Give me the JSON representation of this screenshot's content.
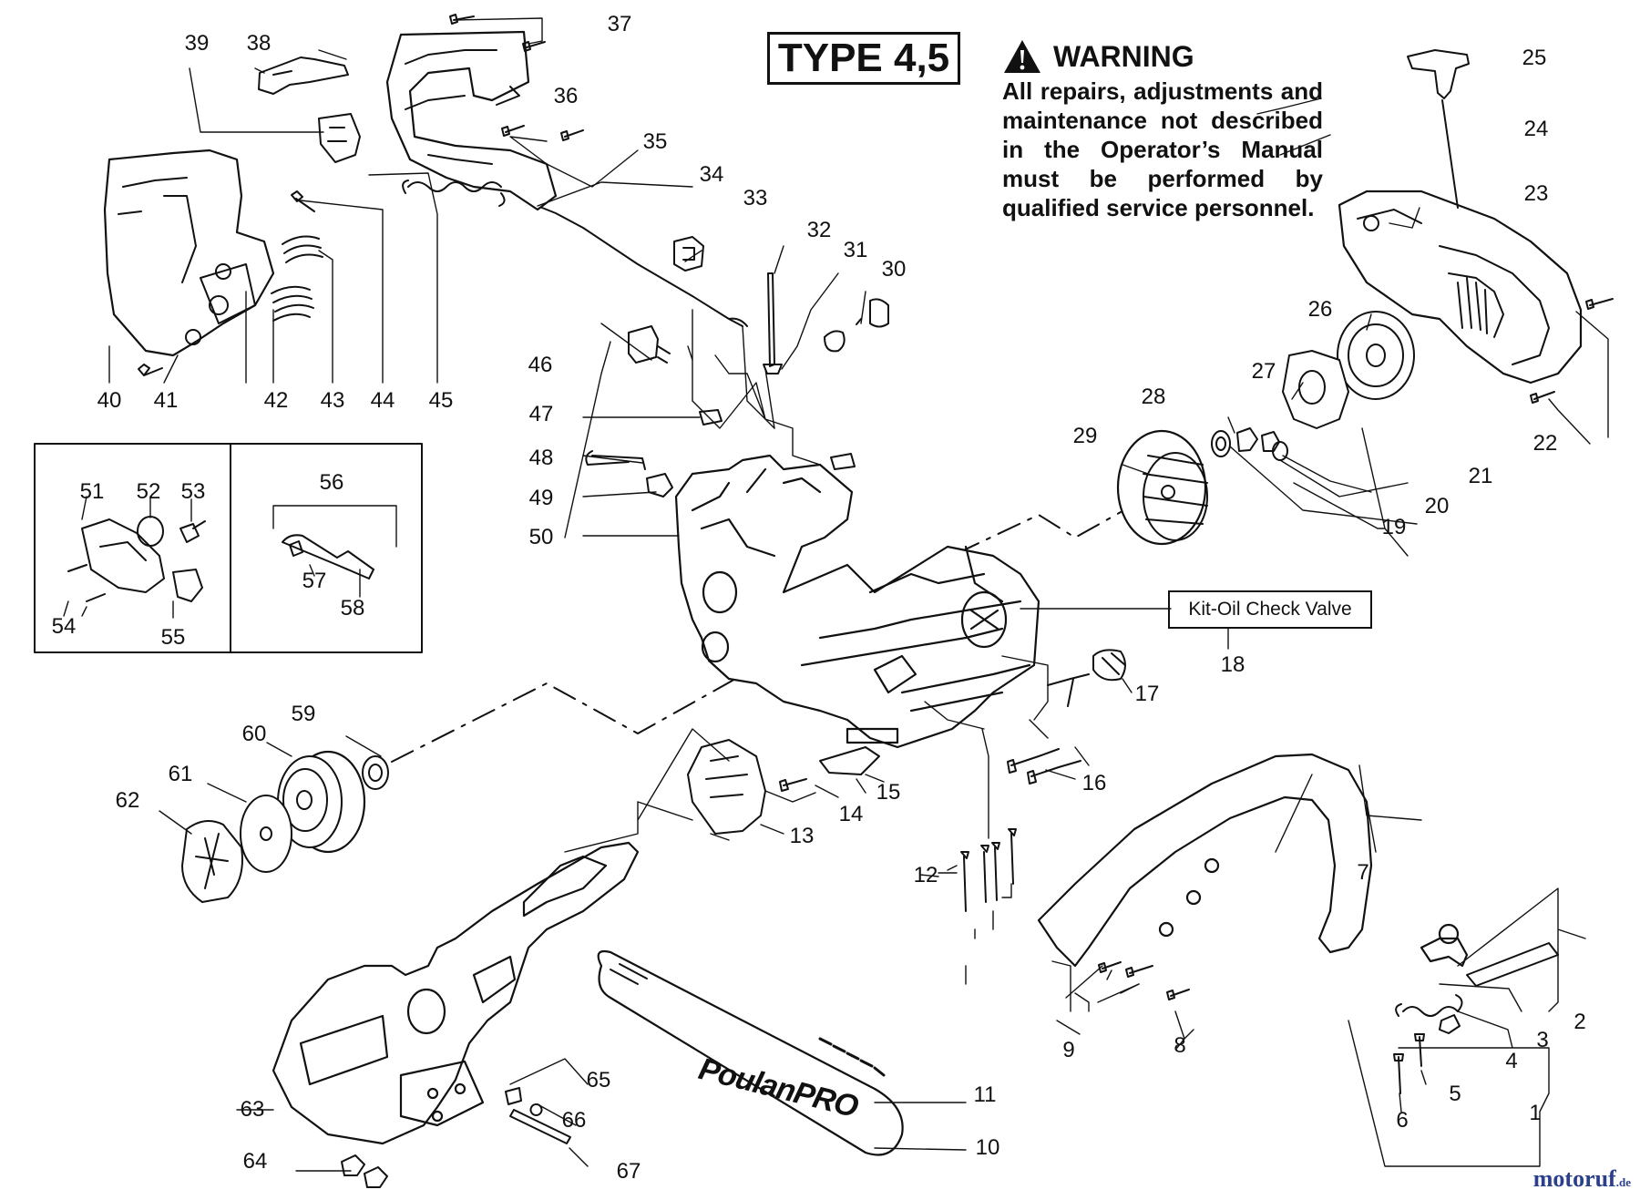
{
  "type_label": "TYPE 4,5",
  "warning": {
    "heading": "WARNING",
    "text": "All repairs, adjustments and maintenance not described in the Operator’s Manual must be performed by qualified service personnel.",
    "icon": "warning-triangle-icon"
  },
  "kit_label": "Kit-Oil Check Valve",
  "brand_label": "PoulanPRO",
  "watermark": {
    "name": "motoruf",
    "suffix": ".de"
  },
  "part_numbers": [
    "1",
    "2",
    "3",
    "4",
    "5",
    "6",
    "7",
    "8",
    "9",
    "10",
    "11",
    "12",
    "13",
    "14",
    "15",
    "16",
    "17",
    "18",
    "19",
    "20",
    "21",
    "22",
    "23",
    "24",
    "25",
    "26",
    "27",
    "28",
    "29",
    "30",
    "31",
    "32",
    "33",
    "34",
    "35",
    "36",
    "37",
    "38",
    "39",
    "40",
    "41",
    "42",
    "43",
    "44",
    "45",
    "46",
    "47",
    "48",
    "49",
    "50",
    "51",
    "52",
    "53",
    "54",
    "55",
    "56",
    "57",
    "58",
    "59",
    "60",
    "61",
    "62",
    "63",
    "64",
    "65",
    "66",
    "67"
  ]
}
